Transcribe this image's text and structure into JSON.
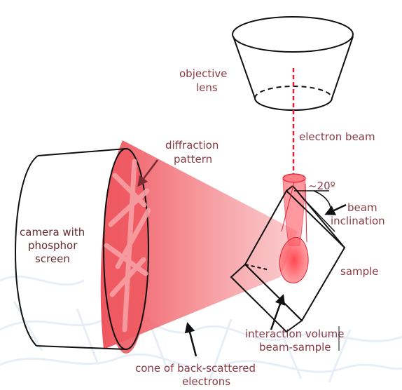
{
  "labels": {
    "objective_line1": "objective",
    "objective_line2": "lens",
    "electron_beam": "electron beam",
    "diffraction_line1": "diffraction",
    "diffraction_line2": "pattern",
    "angle": "~20º",
    "beam_incl_line1": "beam",
    "beam_incl_line2": "inclination",
    "camera_line1": "camera with",
    "camera_line2": "phosphor",
    "camera_line3": "screen",
    "sample": "sample",
    "interaction_line1": "interaction volume",
    "interaction_line2": "beam-sample",
    "cone_line1": "cone of back-scattered",
    "cone_line2": "electrons"
  },
  "colors": {
    "text": "#8b3a45",
    "beam": "#e0202a",
    "cone": "#f25a62",
    "outline": "#111111"
  }
}
